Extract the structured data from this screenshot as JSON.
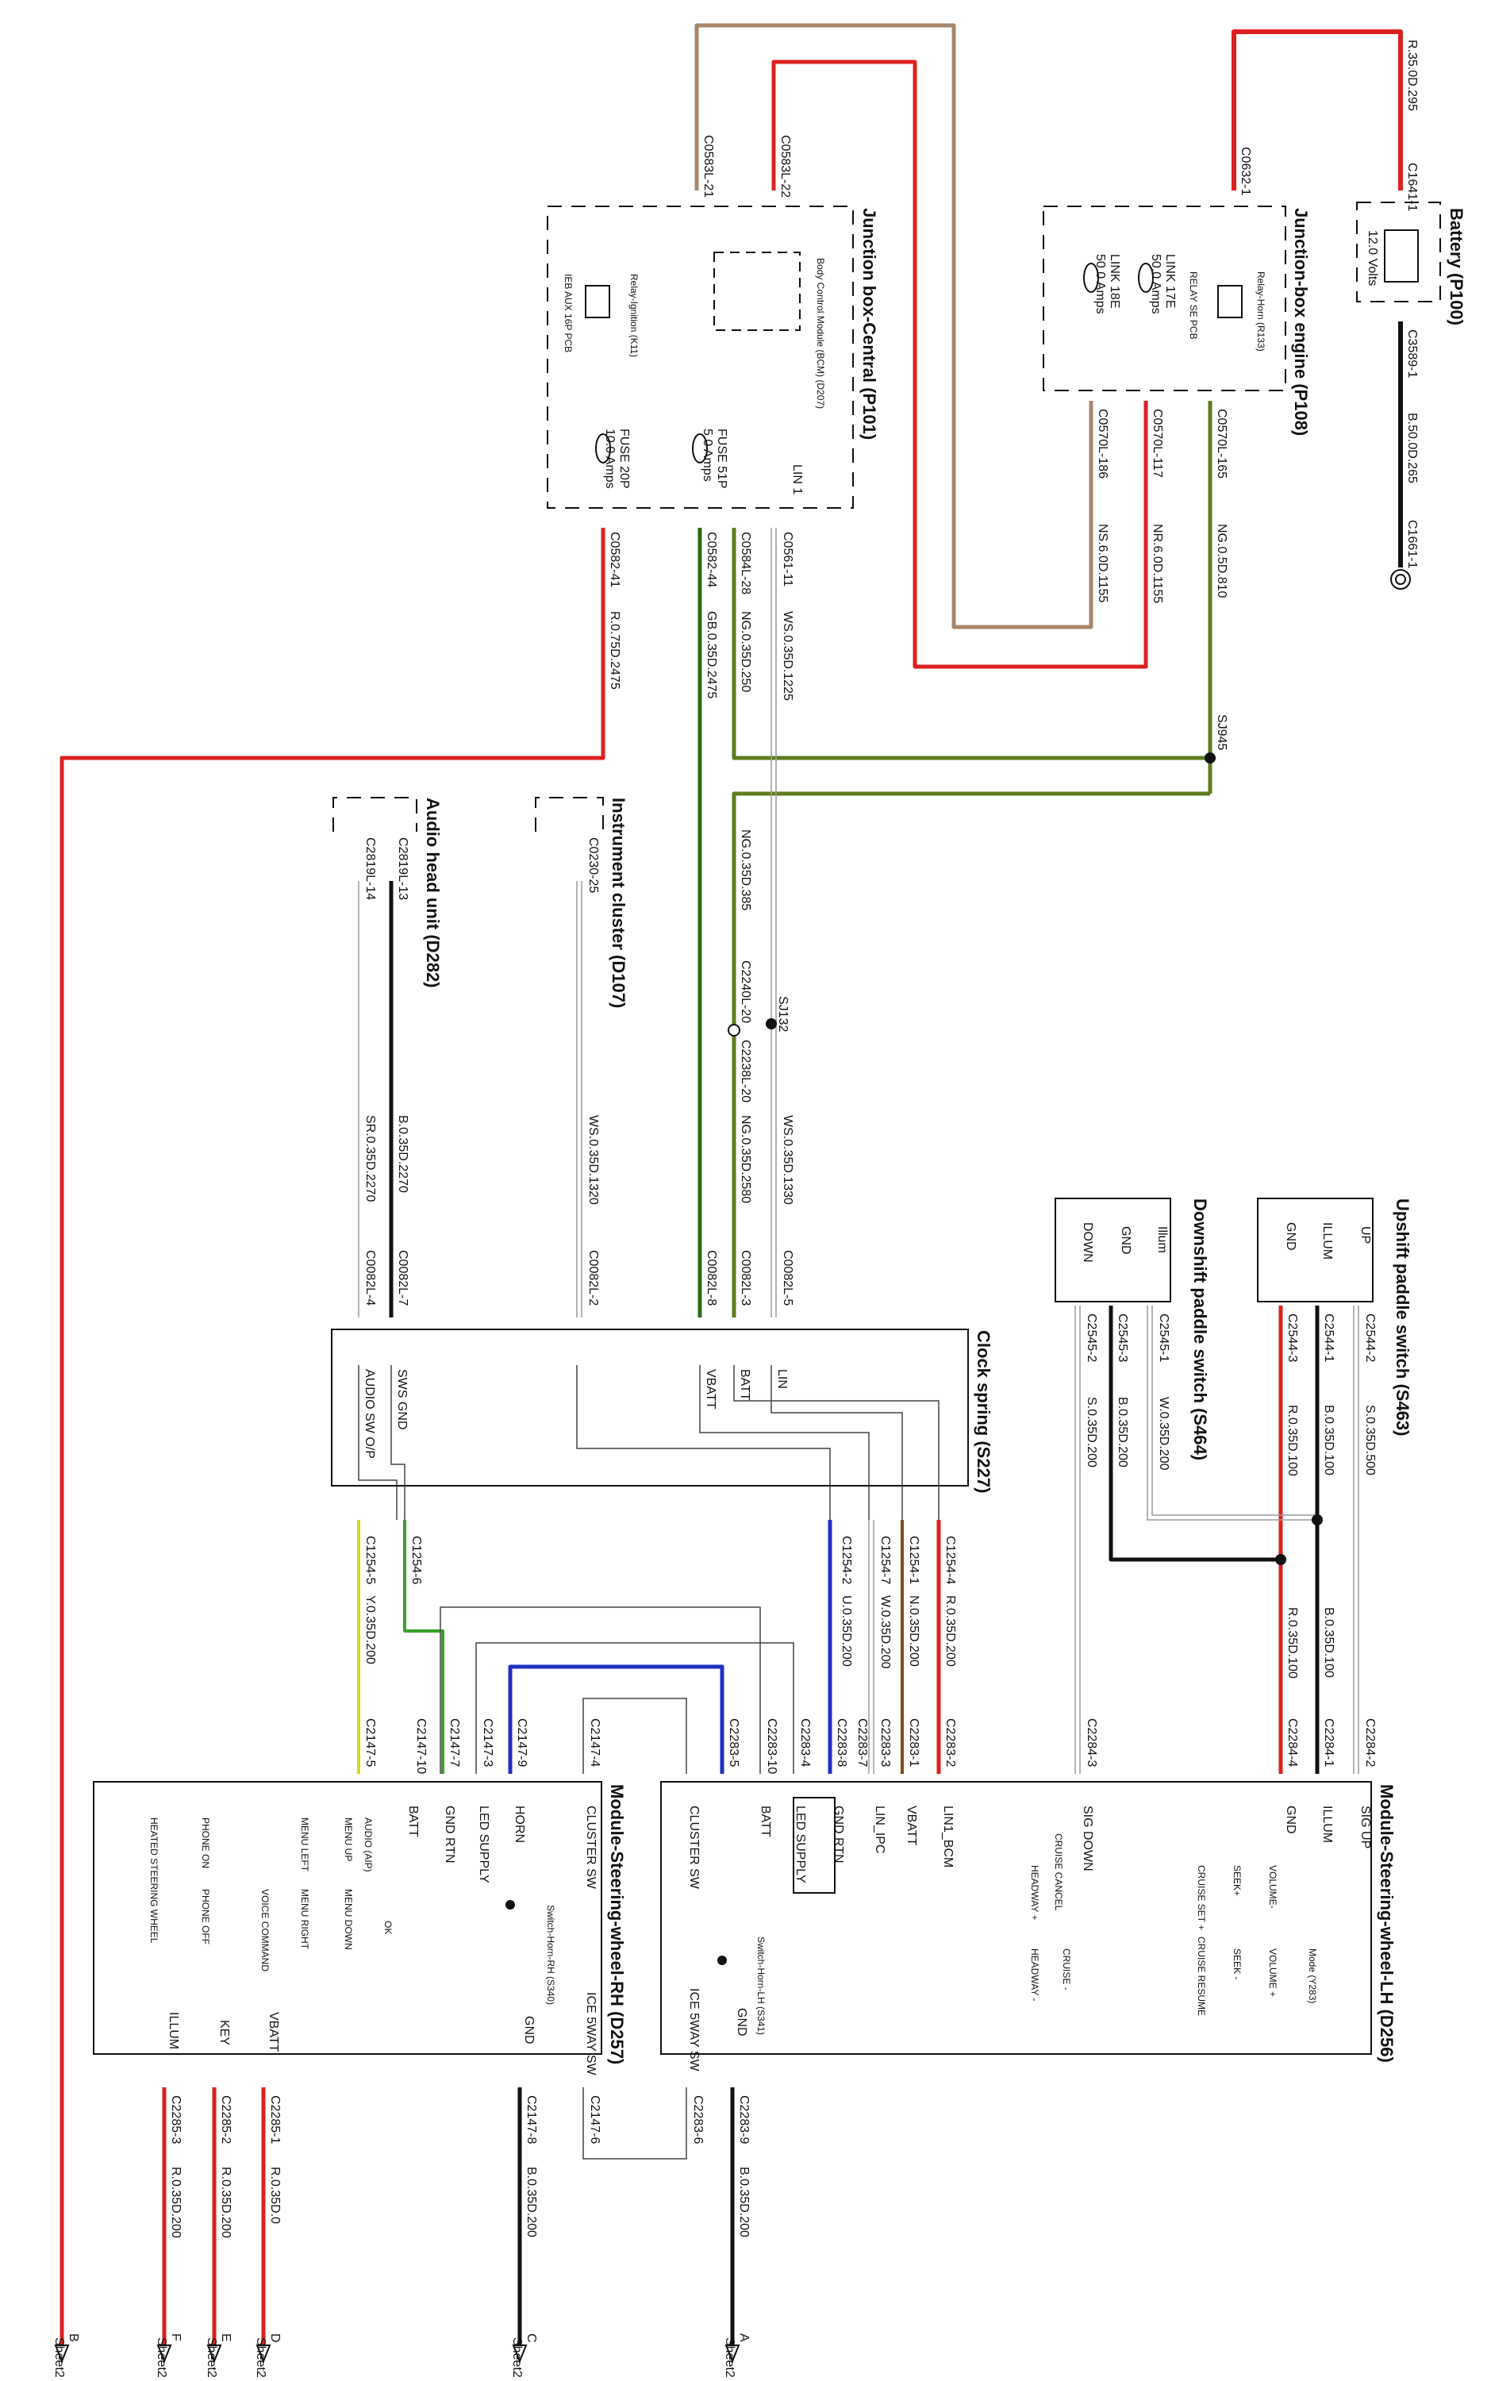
{
  "colors": {
    "red": "#dd2020",
    "black": "#111111",
    "tan": "#a8866a",
    "olive": "#5e7d1e",
    "darkgreen": "#2a6a18",
    "green": "#3aa02a",
    "yellow": "#d8d818",
    "blue": "#2030c0",
    "brown": "#8a4a18",
    "grey": "#9a9a9a",
    "thin": "#444444"
  },
  "components": {
    "battery": {
      "title": "Battery (P100)",
      "volts": "12.0 Volts"
    },
    "jb_engine": {
      "title": "Junction-box engine (P108)",
      "relay": "Relay-Horn (R133)",
      "relay_pcb": "RELAY SE PCB",
      "link17": "LINK 17E",
      "link17_amps": "50.0 Amps",
      "link18": "LINK 18E",
      "link18_amps": "50.0 Amps"
    },
    "jb_central": {
      "title": "Junction box-Central (P101)",
      "relay": "Relay-Ignition (K11)",
      "relay_pcb": "IEB AUX 16P PCB",
      "bcm": "Body Control Module (BCM) (D207)",
      "lin": "LIN 1",
      "fuse51": "FUSE 51P",
      "fuse51_amps": "5.0 Amps",
      "fuse20": "FUSE 20P",
      "fuse20_amps": "10.0 Amps"
    },
    "audio": {
      "title": "Audio head unit (D282)"
    },
    "cluster": {
      "title": "Instrument cluster (D107)"
    },
    "upshift": {
      "title": "Upshift paddle switch (S463)",
      "pins": [
        "UP",
        "ILLUM",
        "GND"
      ]
    },
    "downshift": {
      "title": "Downshift paddle switch (S464)",
      "pins": [
        "Illum",
        "GND",
        "DOWN"
      ]
    },
    "clockspring": {
      "title": "Clock spring (S227)",
      "pins": [
        "LIN",
        "BATT",
        "VBATT",
        "SWS GND",
        "AUDIO SW O/P"
      ]
    },
    "lh": {
      "title": "Module-Steering-wheel-LH (D256)",
      "pins": [
        "SIG UP",
        "ILLUM",
        "GND",
        "SIG DOWN",
        "LIN1_BCM",
        "VBATT",
        "LIN_IPC",
        "GND RTN",
        "LED SUPPLY",
        "BATT",
        "CLUSTER SW",
        "ICE 5WAY SW",
        "GND"
      ],
      "switches": [
        "VOLUME-",
        "SEEK+",
        "CRUISE SET +",
        "CRUISE RESUME",
        "Mode (Y283)",
        "VOLUME +",
        "SEEK -",
        "HEADWAY +",
        "CRUISE CANCEL",
        "HEADWAY -",
        "CRUISE -"
      ],
      "horn": "Switch-Horn-LH (S341)"
    },
    "rh": {
      "title": "Module-Steering-wheel-RH (D257)",
      "pins": [
        "CLUSTER SW",
        "HORN",
        "LED SUPPLY",
        "GND RTN",
        "BATT",
        "ICE 5WAY SW",
        "GND",
        "VBATT",
        "KEY",
        "ILLUM"
      ],
      "switches": [
        "AUDIO (AIP)",
        "MENU UP",
        "MENU LEFT",
        "MENU DOWN",
        "OK",
        "MENU RIGHT",
        "VOICE COMMAND",
        "PHONE ON",
        "PHONE OFF",
        "HEATED STEERING WHEEL"
      ],
      "horn": "Switch-Horn-RH (S340)"
    }
  },
  "connectors": {
    "c1641": "C1641-1",
    "c3589": "C3589-1",
    "c1661": "C1661-1",
    "c0632": "C0632-1",
    "c0570_165": "C0570L-165",
    "c0570_117": "C0570L-117",
    "c0570_186": "C0570L-186",
    "c0583_21": "C0583L-21",
    "c0583_22": "C0583L-22",
    "c0561_11": "C0561-11",
    "c0584_28": "C0584L-28",
    "c0582_44": "C0582-44",
    "c0582_41": "C0582-41",
    "sj945": "SJ945",
    "sj132": "SJ132",
    "c2240": "C2240L-20",
    "c2238": "C2238L-20",
    "c2819_13": "C2819L-13",
    "c2819_14": "C2819L-14",
    "c0230": "C0230-25",
    "c0082_5": "C0082L-5",
    "c0082_3": "C0082L-3",
    "c0082_8": "C0082L-8",
    "c0082_2": "C0082L-2",
    "c0082_7": "C0082L-7",
    "c0082_4": "C0082L-4",
    "c2544_2": "C2544-2",
    "c2544_1": "C2544-1",
    "c2544_3": "C2544-3",
    "c2545_1": "C2545-1",
    "c2545_3": "C2545-3",
    "c2545_2": "C2545-2",
    "c1254_4": "C1254-4",
    "c1254_1": "C1254-1",
    "c1254_7": "C1254-7",
    "c1254_2": "C1254-2",
    "c1254_6": "C1254-6",
    "c1254_5": "C1254-5",
    "c2284_2": "C2284-2",
    "c2284_1": "C2284-1",
    "c2284_4": "C2284-4",
    "c2284_3": "C2284-3",
    "c2283_2": "C2283-2",
    "c2283_1": "C2283-1",
    "c2283_3": "C2283-3",
    "c2283_7": "C2283-7",
    "c2283_8": "C2283-8",
    "c2283_4": "C2283-4",
    "c2283_10": "C2283-10",
    "c2283_5": "C2283-5",
    "c2283_9": "C2283-9",
    "c2283_6": "C2283-6",
    "c2147_4": "C2147-4",
    "c2147_9": "C2147-9",
    "c2147_3": "C2147-3",
    "c2147_7": "C2147-7",
    "c2147_10": "C2147-10",
    "c2147_5": "C2147-5",
    "c2147_6": "C2147-6",
    "c2147_8": "C2147-8",
    "c2285_1": "C2285-1",
    "c2285_2": "C2285-2",
    "c2285_3": "C2285-3"
  },
  "wires": {
    "w_r35": "R.35.0D.295",
    "w_b50": "B.50.0D.265",
    "w_ng810": "NG.0.5D.810",
    "w_nr6": "NR.6.0D.1155",
    "w_ns6": "NS.6.0D.1155",
    "w_ws1225": "WS.0.35D.1225",
    "w_ng250": "NG.0.35D.250",
    "w_gb2475": "GB.0.35D.2475",
    "w_r2475": "R.0.75D.2475",
    "w_ng385": "NG.0.35D.385",
    "w_ng2580": "NG.0.35D.2580",
    "w_ws1330": "WS.0.35D.1330",
    "w_ws1320": "WS.0.35D.1320",
    "w_b2270": "B.0.35D.2270",
    "w_sr2270": "SR.0.35D.2270",
    "w_s500": "S.0.35D.500",
    "w_b100": "B.0.35D.100",
    "w_r100": "R.0.35D.100",
    "w_w200": "W.0.35D.200",
    "w_b200": "B.0.35D.200",
    "w_s200": "S.0.35D.200",
    "w_r200": "R.0.35D.200",
    "w_n200": "N.0.35D.200",
    "w_w200b": "W.0.35D.200",
    "w_u200": "U.0.35D.200",
    "w_y200": "Y.0.35D.200",
    "w_b100b": "B.0.35D.100",
    "w_r100b": "R.0.35D.100",
    "w_rh_b200": "B.0.35D.200",
    "w_r0": "R.0.35D.0",
    "w_r200b": "R.0.35D.200",
    "w_r200c": "R.0.35D.200",
    "w_lh_b200": "B.0.35D.200"
  },
  "sheet_refs": {
    "a_letter": "A",
    "c_letter": "C",
    "d_letter": "D",
    "e_letter": "E",
    "f_letter": "F",
    "b_letter": "B",
    "sheet": "Sheet2"
  }
}
